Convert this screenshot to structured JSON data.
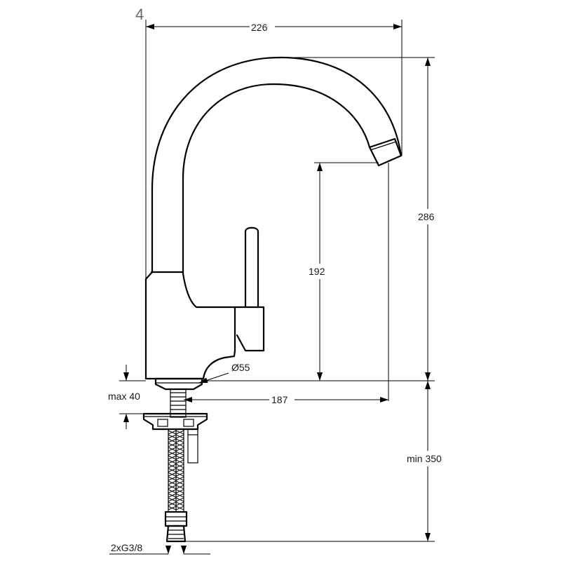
{
  "figure": {
    "sheet_number": "4",
    "dimensions": {
      "overall_width": "226",
      "overall_height": "286",
      "spout_clearance": "192",
      "spout_reach": "187",
      "hole_diameter": "Ø55",
      "max_deck_thickness": "max 40",
      "min_install_height": "min 350",
      "connection_thread": "2xG3/8"
    }
  }
}
